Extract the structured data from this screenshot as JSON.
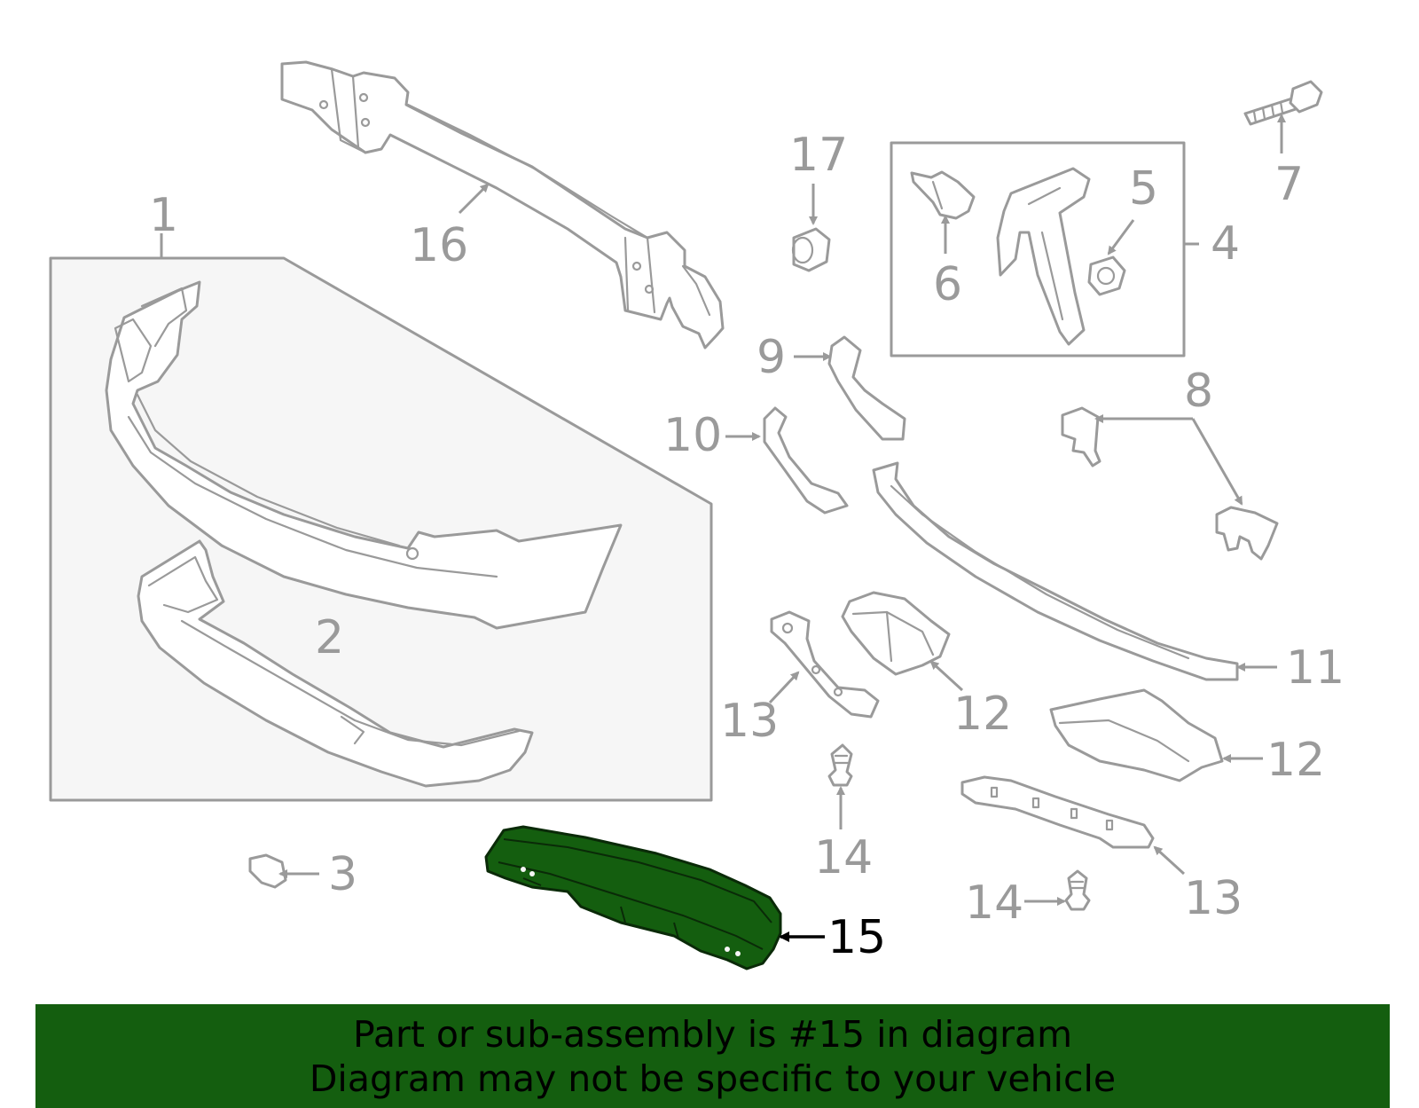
{
  "diagram": {
    "highlight_color": "#145e0f",
    "callouts": {
      "c1": "1",
      "c2": "2",
      "c3": "3",
      "c4": "4",
      "c5": "5",
      "c6": "6",
      "c7": "7",
      "c8": "8",
      "c9": "9",
      "c10": "10",
      "c11": "11",
      "c12a": "12",
      "c12b": "12",
      "c13a": "13",
      "c13b": "13",
      "c14a": "14",
      "c14b": "14",
      "c15": "15",
      "c16": "16",
      "c17": "17"
    }
  },
  "banner": {
    "line1": "Part or sub-assembly is #15 in diagram",
    "line2": "Diagram may not be specific to your vehicle"
  }
}
